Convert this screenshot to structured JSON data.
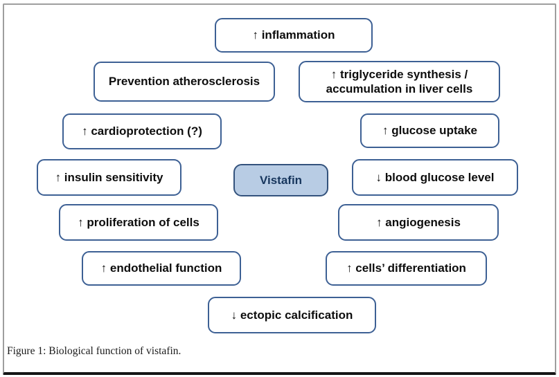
{
  "figure": {
    "caption": "Figure 1: Biological function of vistafin.",
    "center": {
      "label": "Vistafin"
    },
    "nodes": [
      {
        "label": "↑ inflammation"
      },
      {
        "label": "Prevention atherosclerosis"
      },
      {
        "label": "↑ triglyceride synthesis / accumulation in liver cells"
      },
      {
        "label": "↑ cardioprotection (?)"
      },
      {
        "label": "↑ glucose uptake"
      },
      {
        "label": "↑ insulin sensitivity"
      },
      {
        "label": "↓ blood glucose level"
      },
      {
        "label": "↑ proliferation of cells"
      },
      {
        "label": "↑ angiogenesis"
      },
      {
        "label": "↑ endothelial function"
      },
      {
        "label": "↑ cells’ differentiation"
      },
      {
        "label": "↓ ectopic calcification"
      }
    ],
    "colors": {
      "node_border": "#3d6094",
      "center_fill": "#b8cce4",
      "center_border": "#33527c",
      "center_text": "#17365d",
      "frame_border": "#9e9e9e",
      "frame_bottom": "#151515"
    }
  }
}
